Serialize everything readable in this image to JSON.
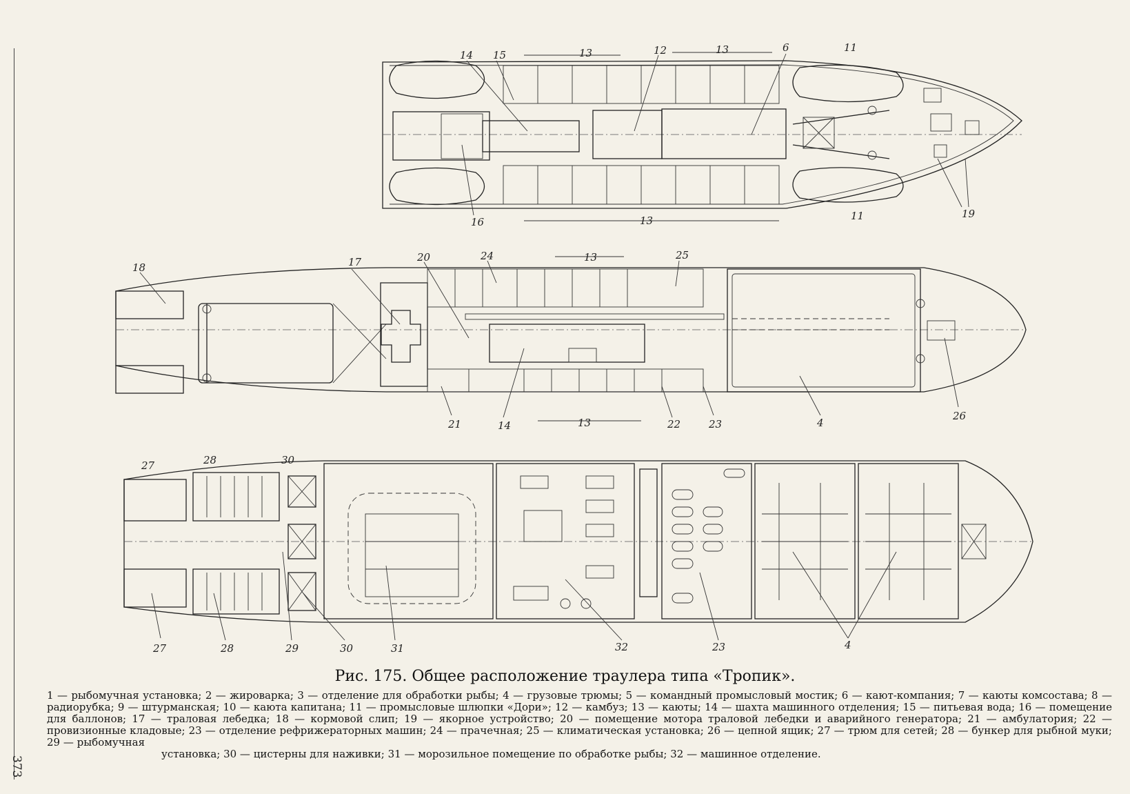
{
  "page_number": "373",
  "caption": "Рис. 175. Общее расположение траулера типа «Тропик».",
  "legend": {
    "text": "1 — рыбомучная установка; 2 — жироварка; 3 — отделение для обработки рыбы; 4 — грузовые трюмы; 5 — командный промысловый мостик; 6 — кают-компания; 7 — каюты комсостава; 8 — радиорубка; 9 — штурманская; 10 — каюта капитана; 11 — промысловые шлюпки «Дори»; 12 — камбуз; 13 — каюты; 14 — шахта машинного отделения; 15 — питьевая вода; 16 — помещение для баллонов; 17 — траловая лебедка; 18 — кормовой слип; 19 — якорное устройство; 20 — помещение мотора траловой лебедки и аварийного генератора; 21 — амбулатория; 22 — провизионные кладовые; 23 — отделение рефрижераторных машин; 24 — прачечная; 25 — климатическая установка; 26 — цепной ящик; 27 — трюм для сетей; 28 — бункер для рыбной муки; 29 — рыбомучная",
    "last_line": "установка; 30 — цистерны для наживки; 31 — морозильное помещение по обработке рыбы; 32 — машинное отделение."
  },
  "callouts": {
    "top": [
      "14",
      "15",
      "13",
      "12",
      "13",
      "6",
      "11",
      "16",
      "13",
      "11",
      "19"
    ],
    "middle": [
      "18",
      "17",
      "20",
      "24",
      "13",
      "25",
      "21",
      "14",
      "13",
      "22",
      "23",
      "4",
      "26"
    ],
    "bottom": [
      "27",
      "28",
      "30",
      "27",
      "28",
      "29",
      "30",
      "31",
      "32",
      "23",
      "4"
    ]
  }
}
